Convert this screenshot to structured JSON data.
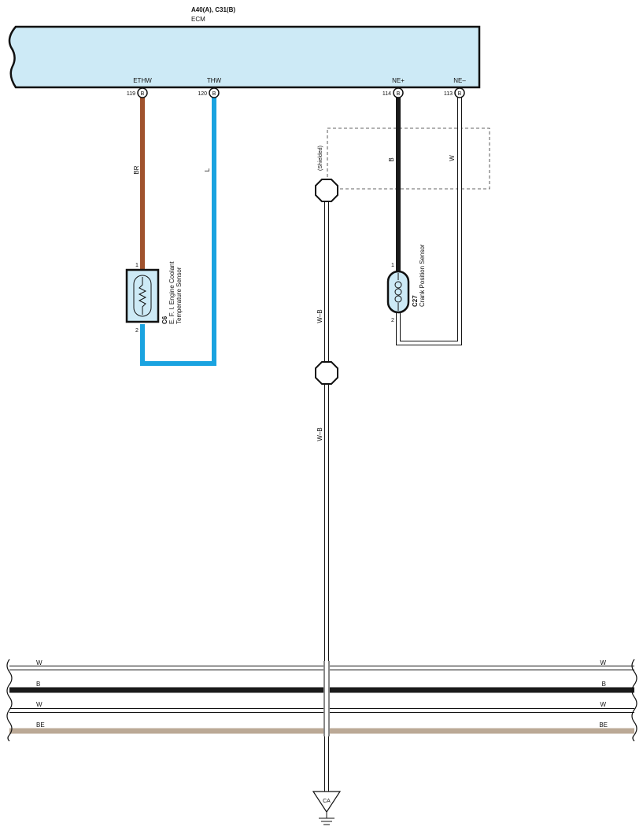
{
  "ecm": {
    "connector_label": "A40(A), C31(B)",
    "name": "ECM",
    "fill_color": "#cdeaf6",
    "terminals": [
      {
        "name": "ETHW",
        "pin": "119",
        "connector": "B"
      },
      {
        "name": "THW",
        "pin": "120",
        "connector": "B"
      },
      {
        "name": "NE+",
        "pin": "114",
        "connector": "B"
      },
      {
        "name": "NE–",
        "pin": "113",
        "connector": "B"
      }
    ]
  },
  "wires": {
    "ethw": {
      "color_code": "BR",
      "color": "#a0522d"
    },
    "thw": {
      "color_code": "L",
      "color": "#1aa3e0"
    },
    "ne_plus": {
      "color_code": "B",
      "color": "#1a1a1a"
    },
    "ne_minus": {
      "color_code": "W",
      "color": "#ffffff"
    },
    "shield": {
      "color_code": "W–B",
      "color": "#ffffff",
      "shield_label": "(Shielded)"
    }
  },
  "components": {
    "coolant_sensor": {
      "code": "C6",
      "name_line1": "E. F. I.  Engine Coolant",
      "name_line2": "Temperature Sensor",
      "pin1": "1",
      "pin2": "2",
      "icon": "thermistor-icon"
    },
    "crank_sensor": {
      "code": "C27",
      "name": "Crank Position Sensor",
      "pin1": "1",
      "pin2": "2",
      "icon": "coil-icon"
    }
  },
  "bus": [
    {
      "label_left": "W",
      "label_right": "W",
      "color": "#ffffff"
    },
    {
      "label_left": "B",
      "label_right": "B",
      "color": "#1a1a1a"
    },
    {
      "label_left": "W",
      "label_right": "W",
      "color": "#ffffff"
    },
    {
      "label_left": "BE",
      "label_right": "BE",
      "color": "#bba996"
    }
  ],
  "ground": {
    "label": "CA",
    "icon": "ground-icon"
  }
}
